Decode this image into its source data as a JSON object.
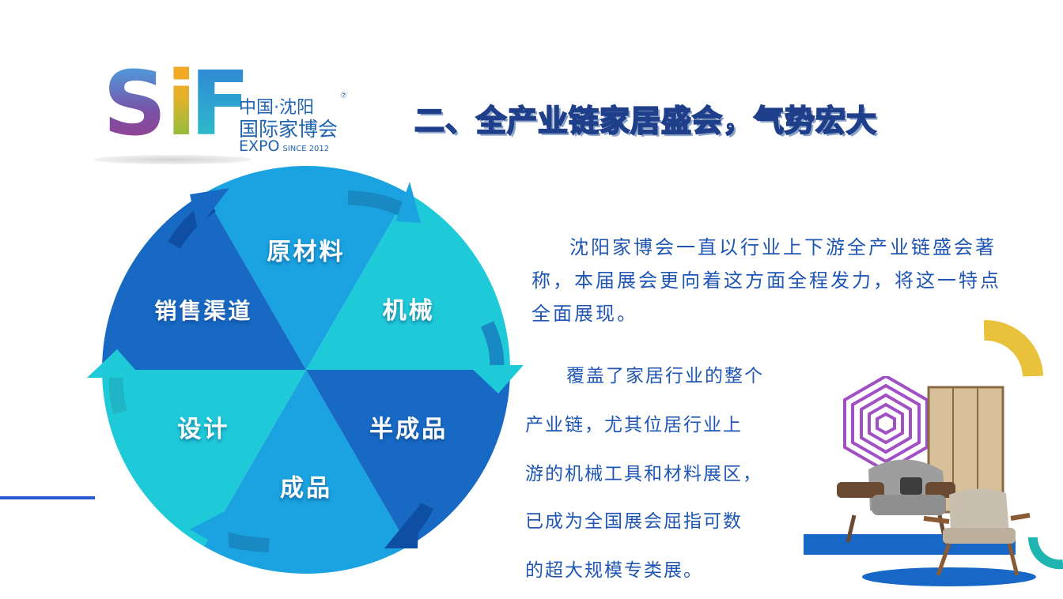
{
  "logo": {
    "letters": [
      "S",
      "i",
      "F"
    ],
    "line1": "中国·沈阳",
    "line2": "国际家博会",
    "line3": "EXPO",
    "since": "SINCE 2012",
    "mark": "⑦"
  },
  "title": "二、全产业链家居盛会，气势宏大",
  "wheel": {
    "segments": [
      {
        "label": "原材料",
        "color": "#1aa3e0"
      },
      {
        "label": "机械",
        "color": "#1fcad8"
      },
      {
        "label": "半成品",
        "color": "#1769c4"
      },
      {
        "label": "成品",
        "color": "#1aa3e0"
      },
      {
        "label": "设计",
        "color": "#1fcad8"
      },
      {
        "label": "销售渠道",
        "color": "#1769c4"
      }
    ]
  },
  "paragraph1": "沈阳家博会一直以行业上下游全产业链盛会著称，本届展会更向着这方面全程发力，将这一特点全面展现。",
  "paragraph2_lines": [
    "覆盖了家居行业的整个",
    "产业链，尤其位居行业上",
    "游的机械工具和材料展区，",
    "已成为全国展会屈指可数",
    "的超大规模专类展。"
  ],
  "colors": {
    "accent_blue": "#1769c4",
    "cyan": "#1fcad8",
    "sky": "#1aa3e0",
    "text_blue": "#1f56b4",
    "yellow": "#e8c23a",
    "teal": "#1fb5b0"
  }
}
